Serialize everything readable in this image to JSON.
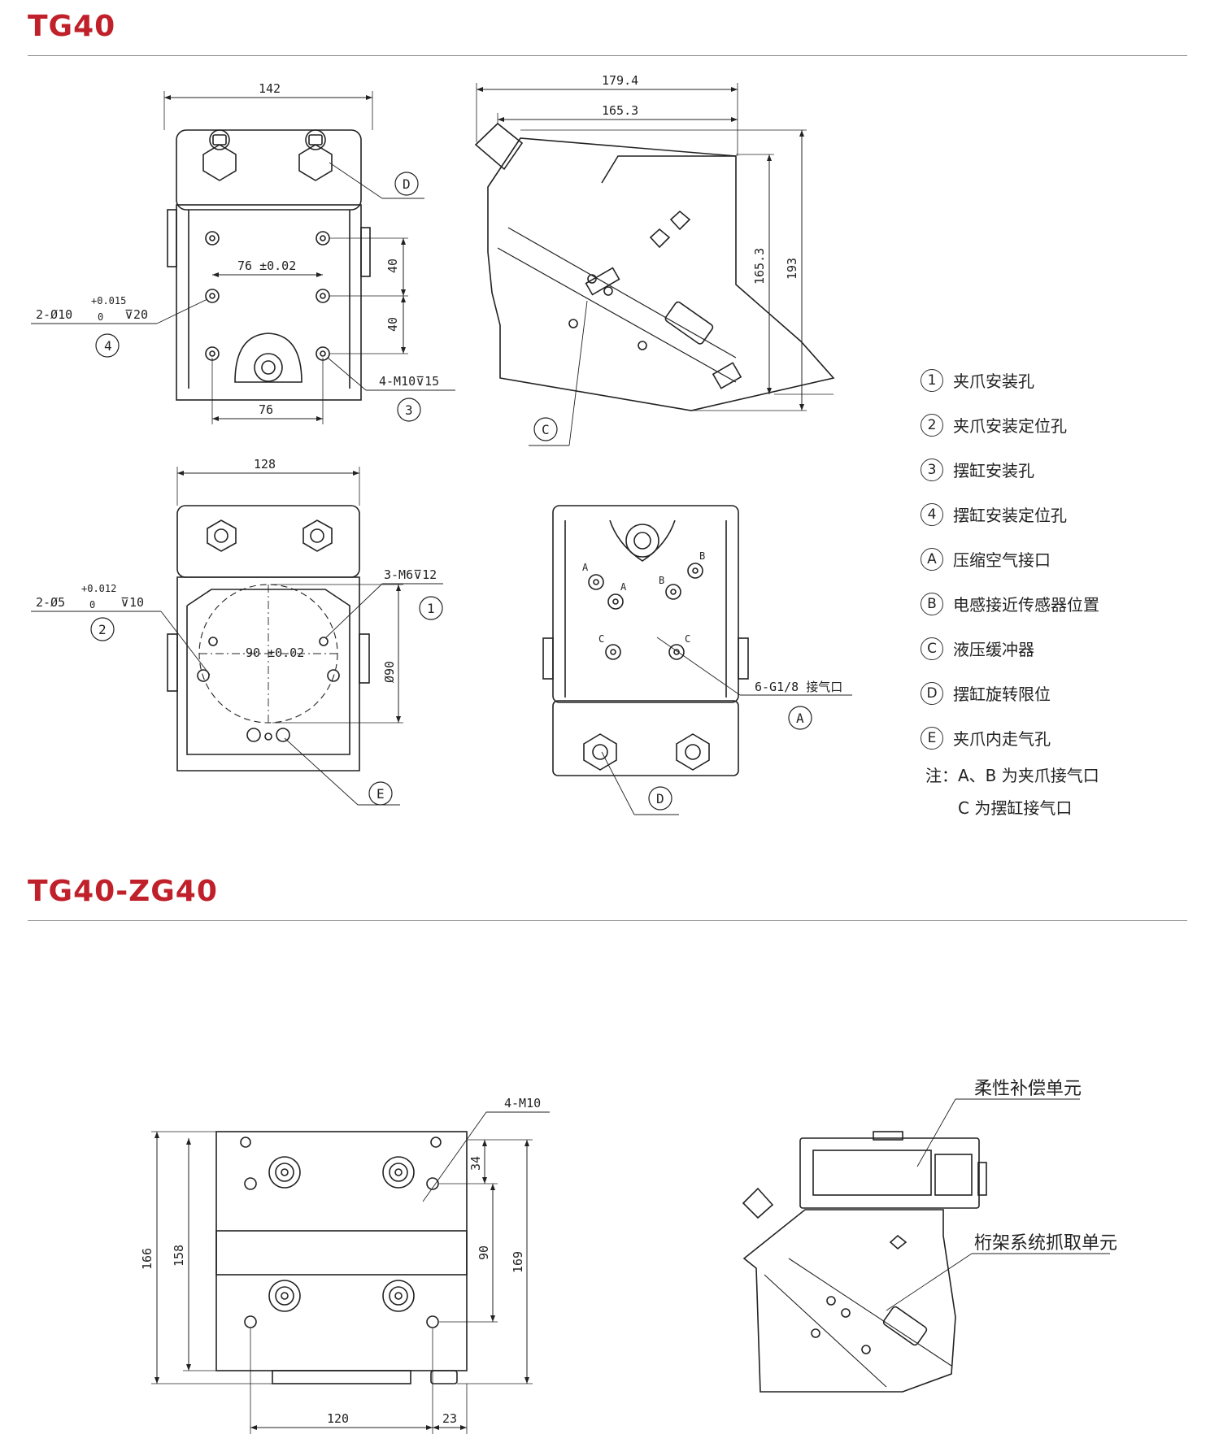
{
  "sections": {
    "top_title": "TG40",
    "bottom_title": "TG40-ZG40"
  },
  "top_view": {
    "width": "142",
    "pitch_tol": "76 ±0.02",
    "pitch": "76",
    "v1": "40",
    "v2": "40",
    "hole_spec_4": "2-Ø10",
    "hole_tol_upper": "+0.015",
    "hole_tol_lower": "0",
    "hole_depth_4": "⊽20",
    "thread_spec_3": "4-M10⊽15"
  },
  "side_view": {
    "length_total": "179.4",
    "length_body": "165.3",
    "height_body": "165.3",
    "height_total": "193"
  },
  "bottom_view": {
    "width": "128",
    "hole_spec_2": "2-Ø5",
    "hole_tol_upper": "+0.012",
    "hole_tol_lower": "0",
    "hole_depth_2": "⊽10",
    "thread_spec_1": "3-M6⊽12",
    "pcd": "90 ±0.02",
    "diameter": "Ø90"
  },
  "port_view": {
    "port_spec": "6-G1/8 接气口",
    "labels": [
      "A",
      "A",
      "B",
      "B",
      "C",
      "C"
    ]
  },
  "callouts": [
    "1",
    "2",
    "3",
    "4",
    "A",
    "B",
    "C",
    "D",
    "E"
  ],
  "legend": [
    {
      "badge": "1",
      "text": "夹爪安装孔"
    },
    {
      "badge": "2",
      "text": "夹爪安装定位孔"
    },
    {
      "badge": "3",
      "text": "摆缸安装孔"
    },
    {
      "badge": "4",
      "text": "摆缸安装定位孔"
    },
    {
      "badge": "A",
      "text": "压缩空气接口"
    },
    {
      "badge": "B",
      "text": "电感接近传感器位置"
    },
    {
      "badge": "C",
      "text": "液压缓冲器"
    },
    {
      "badge": "D",
      "text": "摆缸旋转限位"
    },
    {
      "badge": "E",
      "text": "夹爪内走气孔"
    }
  ],
  "notes": {
    "line1": "注：A、B 为夹爪接气口",
    "line2": "C 为摆缸接气口"
  },
  "assembly_view": {
    "thread_spec": "4-M10",
    "h_outer": "166",
    "h_inner": "158",
    "h_top": "34",
    "h_mid": "90",
    "h_right": "169",
    "w_pitch": "120",
    "w_offset": "23"
  },
  "iso_view": {
    "label_top": "柔性补偿单元",
    "label_bottom": "桁架系统抓取单元"
  }
}
